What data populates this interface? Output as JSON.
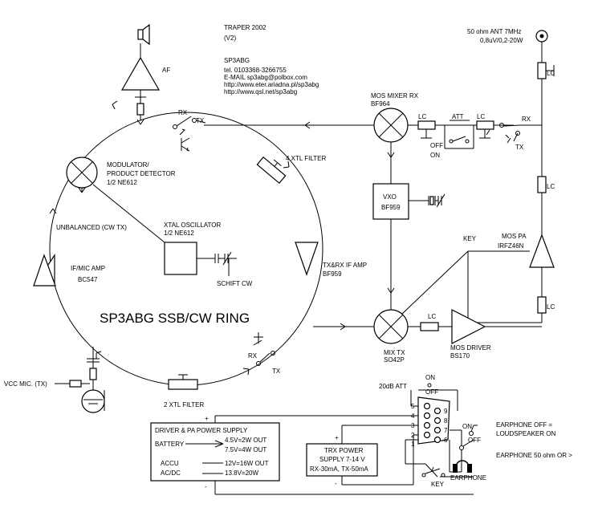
{
  "header": {
    "title": "TRAPER 2002",
    "version": "(V2)",
    "callsign": "SP3ABG",
    "tel": "tel. 0103368-3266755",
    "email": "E-MAIL sp3abg@polbox.com",
    "url1": "http://www.eter.ariadna.pl/sp3abg",
    "url2": "http://www.qsl.net/sp3abg"
  },
  "ring": {
    "title": "SP3ABG SSB/CW RING",
    "rx": "RX",
    "tx": "TX",
    "modulator_l1": "MODULATOR/",
    "modulator_l2": "PRODUCT DETECTOR",
    "modulator_l3": "1/2 NE612",
    "unbalanced": "UNBALANCED (CW TX)",
    "xtal_l1": "XTAL OSCILLATOR",
    "xtal_l2": "1/2 NE612",
    "schift": "SCHIFT CW",
    "if_amp_l1": "IF/MIC AMP",
    "if_amp_l2": "BC547",
    "filter4": "4 XTL FILTER",
    "filter2": "2 XTL FILTER",
    "txrx_if_l1": "TX&RX IF AMP",
    "txrx_if_l2": "BF959",
    "af": "AF"
  },
  "rf": {
    "ant_l1": "50 ohm ANT 7MHz",
    "ant_l2": "0,8uV/0,2-20W",
    "lc": "LC",
    "att": "ATT",
    "off": "OFF",
    "on": "ON",
    "rx": "RX",
    "tx": "TX",
    "mixer_rx_l1": "MOS MIXER RX",
    "mixer_rx_l2": "BF964",
    "vxo_l1": "VXO",
    "vxo_l2": "BF959",
    "key": "KEY",
    "mos_pa_l1": "MOS PA",
    "mos_pa_l2": "IRFZ46N",
    "mix_tx_l1": "MIX TX",
    "mix_tx_l2": "SO42P",
    "driver_l1": "MOS DRIVER",
    "driver_l2": "BS170"
  },
  "power": {
    "vcc_mic": "VCC MIC. (TX)",
    "driver_title": "DRIVER & PA POWER SUPPLY",
    "battery": "BATTERY",
    "bat1": "4.5V=2W OUT",
    "bat2": "7.5V=4W OUT",
    "accu": "ACCU",
    "acdc": "AC/DC",
    "v12": "12V=16W OUT",
    "v138": "13.8V=20W",
    "trx_l1": "TRX POWER",
    "trx_l2": "SUPPLY 7-14 V",
    "trx_l3": "RX-30mA, TX-50mA",
    "plus": "+",
    "minus": "-"
  },
  "connector": {
    "att20": "20dB ATT",
    "on": "ON",
    "off": "OFF",
    "pins_left": [
      "5",
      "4",
      "3",
      "2",
      "1"
    ],
    "pins_right": [
      "9",
      "8",
      "7",
      "6"
    ],
    "on_right": "ON",
    "off_right": "OFF",
    "earphone": "EARPHONE",
    "key": "KEY",
    "note_l1": "EARPHONE OFF =",
    "note_l2": "LOUDSPEAKER ON",
    "note_l3": "EARPHONE 50 ohm OR >"
  }
}
